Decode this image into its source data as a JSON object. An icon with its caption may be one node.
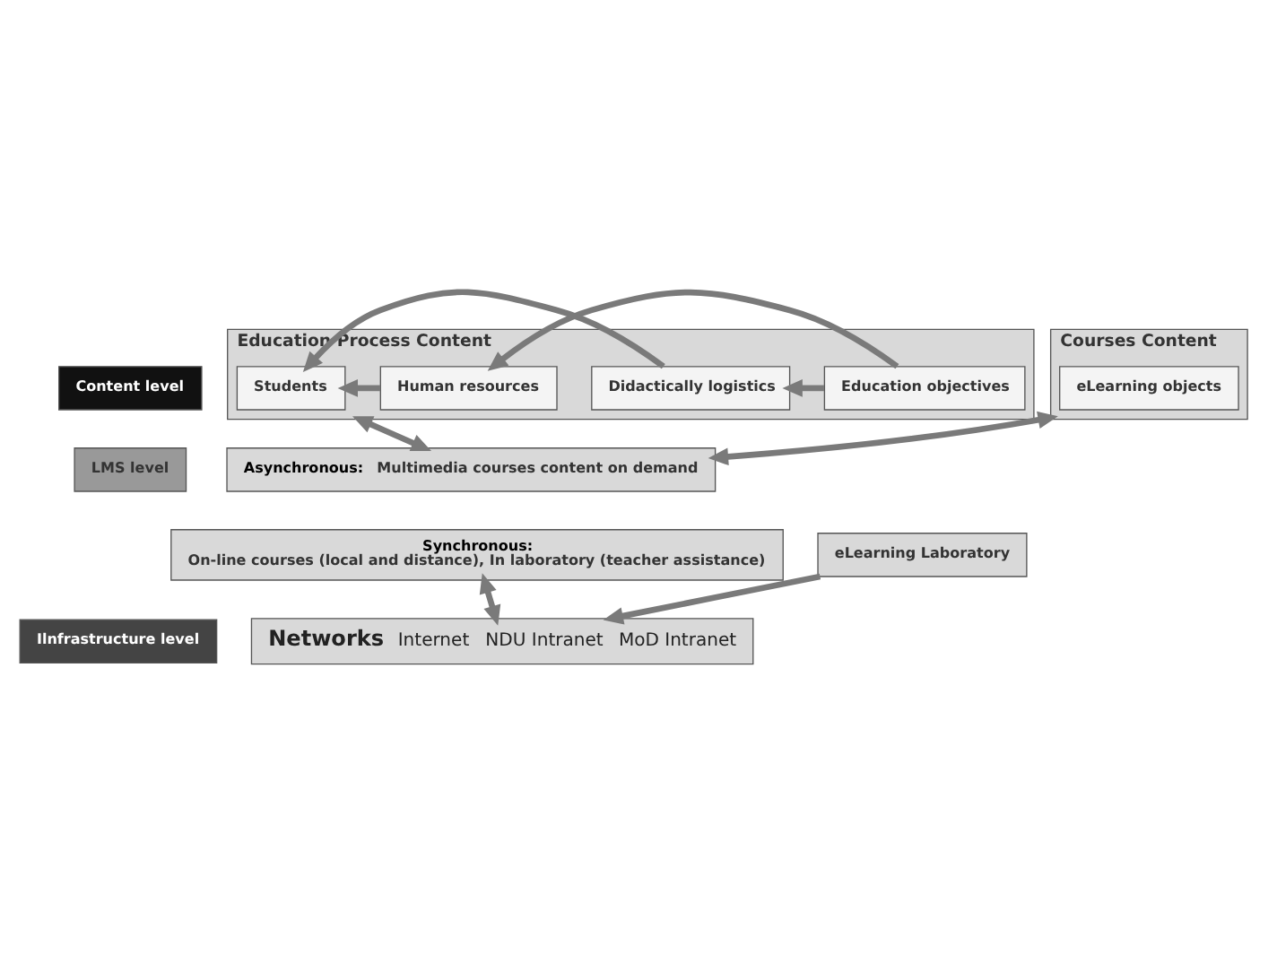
{
  "diagram": {
    "nodes": [
      {
        "text": [
          "Content level"
        ]
      },
      {
        "text": [
          "Education Process Content"
        ]
      },
      {
        "text": [
          "Education objectives"
        ],
        "in": 1
      },
      {
        "text": [
          "Didactically logistics"
        ],
        "in": 1
      },
      {
        "text": [
          "Human resources"
        ],
        "in": 1
      },
      {
        "text": [
          "Students"
        ],
        "in": 1
      },
      {
        "text": [
          "Courses Content"
        ]
      },
      {
        "text": [
          "eLearning objects"
        ],
        "in": 6
      },
      {
        "text": [
          "LMS level"
        ]
      },
      {
        "text": [
          "Asynchronous:",
          "Multimedia courses content on demand"
        ]
      },
      {
        "text": [
          "Synchronous:",
          "On-line courses (local and distance), In laboratory (teacher assistance)"
        ]
      },
      {
        "text": [
          "Ilnfrastructure level"
        ]
      },
      {
        "text": [
          "Networks",
          "Internet",
          "NDU Intranet",
          "MoD Intranet"
        ]
      },
      {
        "text": [
          "eLearning Laboratory"
        ]
      }
    ],
    "edges": [
      {
        "from": 2,
        "to": 3,
        "arrow": "to"
      },
      {
        "from": 2,
        "to": 4,
        "arrow": "to"
      },
      {
        "from": 3,
        "to": 5,
        "arrow": "to"
      },
      {
        "from": 4,
        "to": 5,
        "arrow": "to"
      },
      {
        "from": 1,
        "to": 9,
        "arrow": "both"
      },
      {
        "from": 6,
        "to": 9,
        "arrow": "both"
      },
      {
        "from": 10,
        "to": 12,
        "arrow": "both"
      },
      {
        "from": 13,
        "to": 12,
        "arrow": "to"
      }
    ]
  }
}
